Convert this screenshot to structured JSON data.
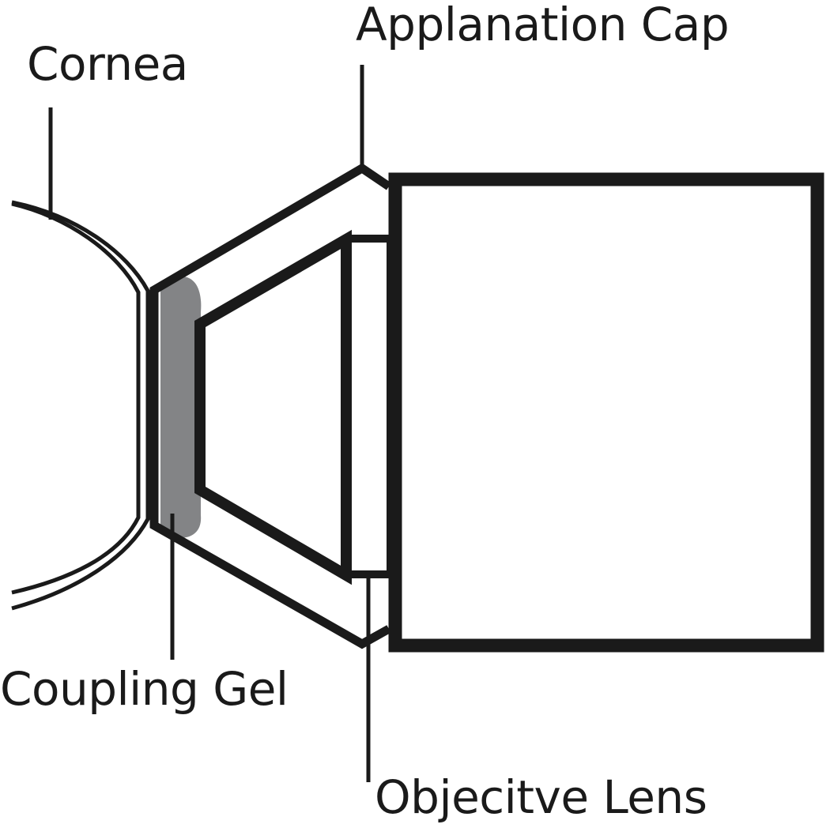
{
  "labels": {
    "cornea": "Cornea",
    "applanation_cap": "Applanation Cap",
    "coupling_gel": "Coupling Gel",
    "objective_lens": "Objecitve Lens"
  },
  "colors": {
    "outline": "#1a1a1a",
    "gel_fill": "#838486",
    "background": "#ffffff"
  }
}
